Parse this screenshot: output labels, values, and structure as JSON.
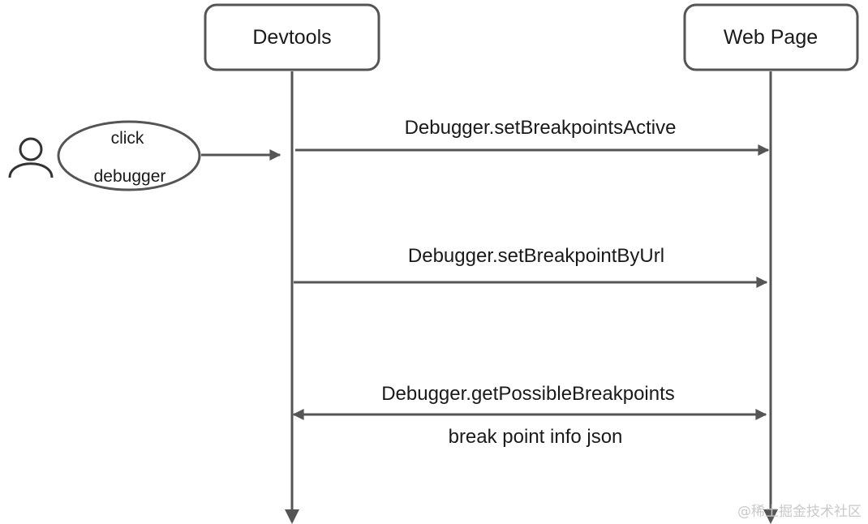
{
  "participants": {
    "devtools": "Devtools",
    "web_page": "Web Page"
  },
  "actor": {
    "icon": "user-icon",
    "action_line1": "click",
    "action_line2": "debugger"
  },
  "messages": [
    {
      "label": "Debugger.setBreakpointsActive",
      "direction": "right"
    },
    {
      "label": "Debugger.setBreakpointByUrl",
      "direction": "right"
    },
    {
      "label": "Debugger.getPossibleBreakpoints",
      "direction": "both",
      "response": "break point info json"
    }
  ],
  "watermark": "@稀土掘金技术社区",
  "colors": {
    "line": "#555555",
    "box_border": "#555555",
    "text": "#1a1a1a"
  }
}
